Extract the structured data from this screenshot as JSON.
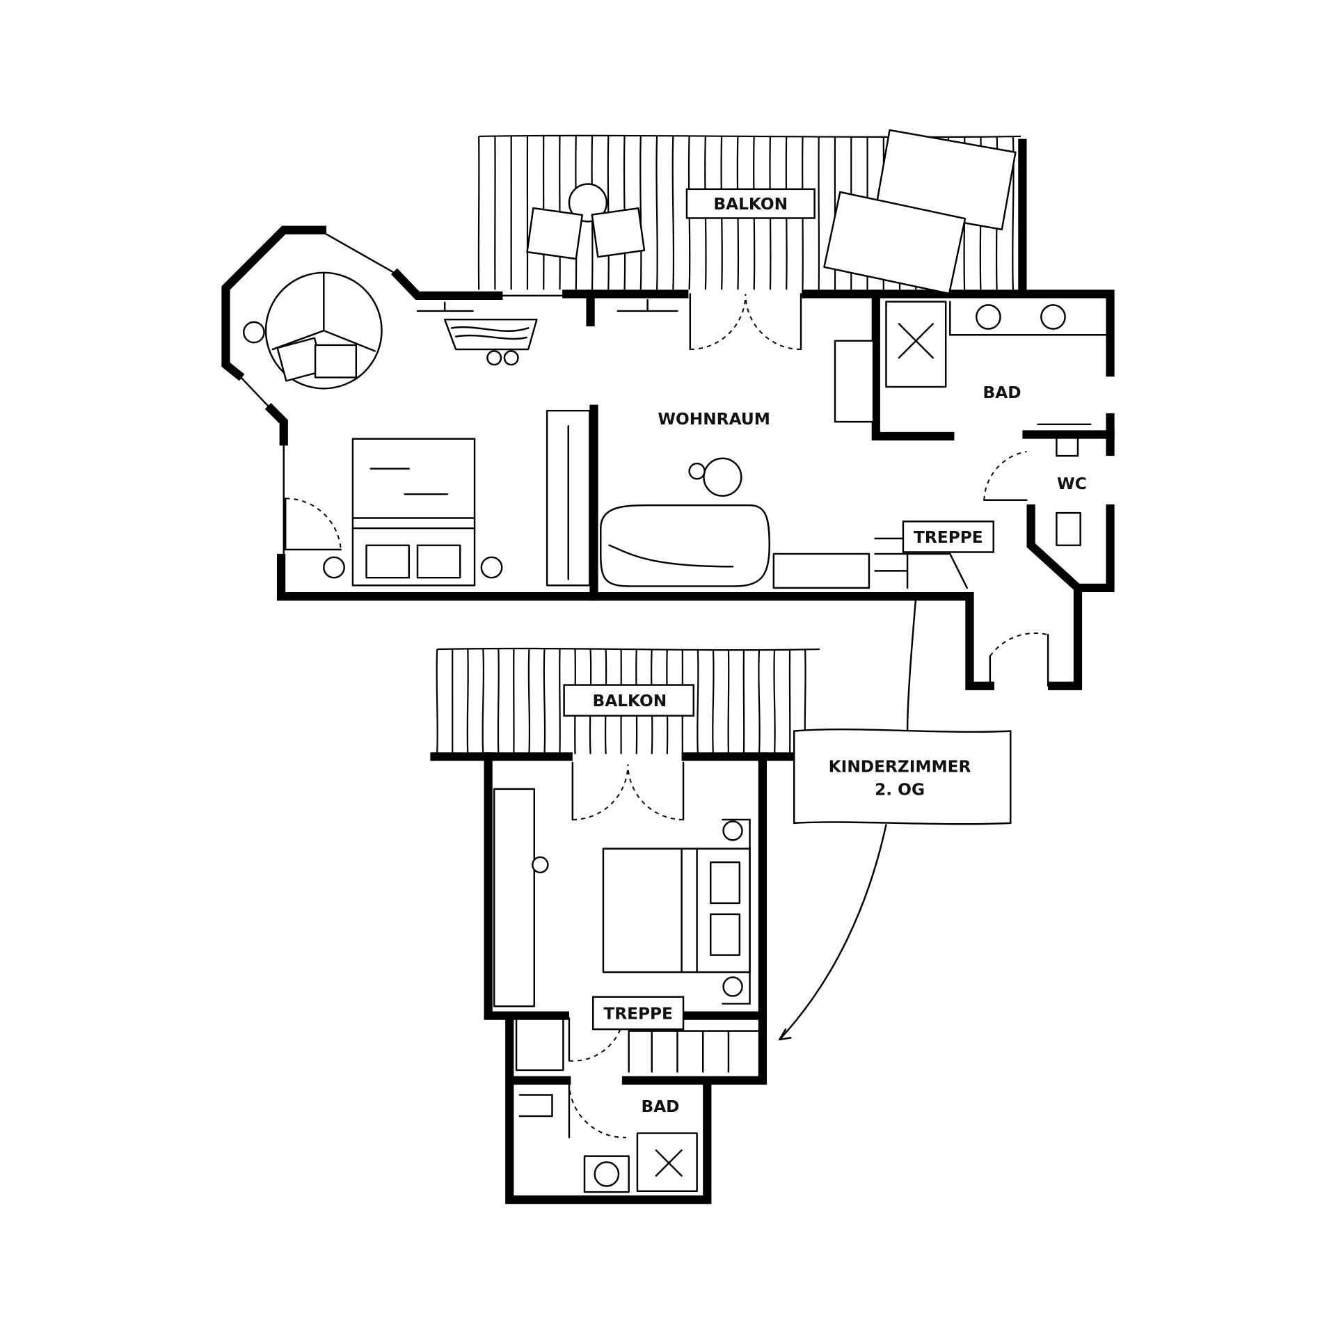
{
  "plan": {
    "upper_floor": {
      "balcony_label": "BALKON",
      "living_label": "WOHNRAUM",
      "bath_label": "BAD",
      "wc_label": "WC",
      "stairs_label": "TREPPE"
    },
    "lower_floor": {
      "balcony_label": "BALKON",
      "callout_line1": "KINDERZIMMER",
      "callout_line2": "2. OG",
      "stairs_label": "TREPPE",
      "bath_label": "BAD"
    }
  }
}
